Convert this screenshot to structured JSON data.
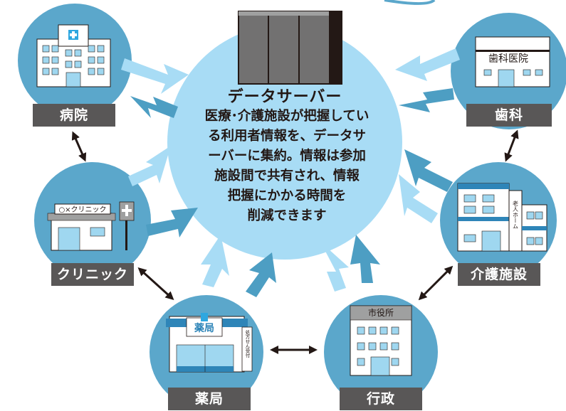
{
  "server": {
    "title": "データサーバー",
    "description": [
      "医療･介護施設が把握してい",
      "る利用者情報を、データサ",
      "ーバーに集約。情報は参加",
      "施設間で共有され、情報",
      "把握にかかる時間を",
      "削減できます"
    ]
  },
  "facilities": {
    "hospital": "病院",
    "dental": "歯科",
    "clinic": "クリニック",
    "care": "介護施設",
    "pharmacy": "薬局",
    "government": "行政"
  },
  "signs": {
    "dental": "歯科医院",
    "clinic": "○×クリニック",
    "care": "老人ホーム",
    "pharmacy": "薬局",
    "pharmacy_side": "処方せん受付",
    "government": "市役所"
  },
  "colors": {
    "circle_outer": "#5ba7cb",
    "circle_center": "#a8dcf5",
    "arrow_light": "#a8dcf5",
    "arrow_dark": "#4d9ec3",
    "label_bg": "#595757"
  }
}
